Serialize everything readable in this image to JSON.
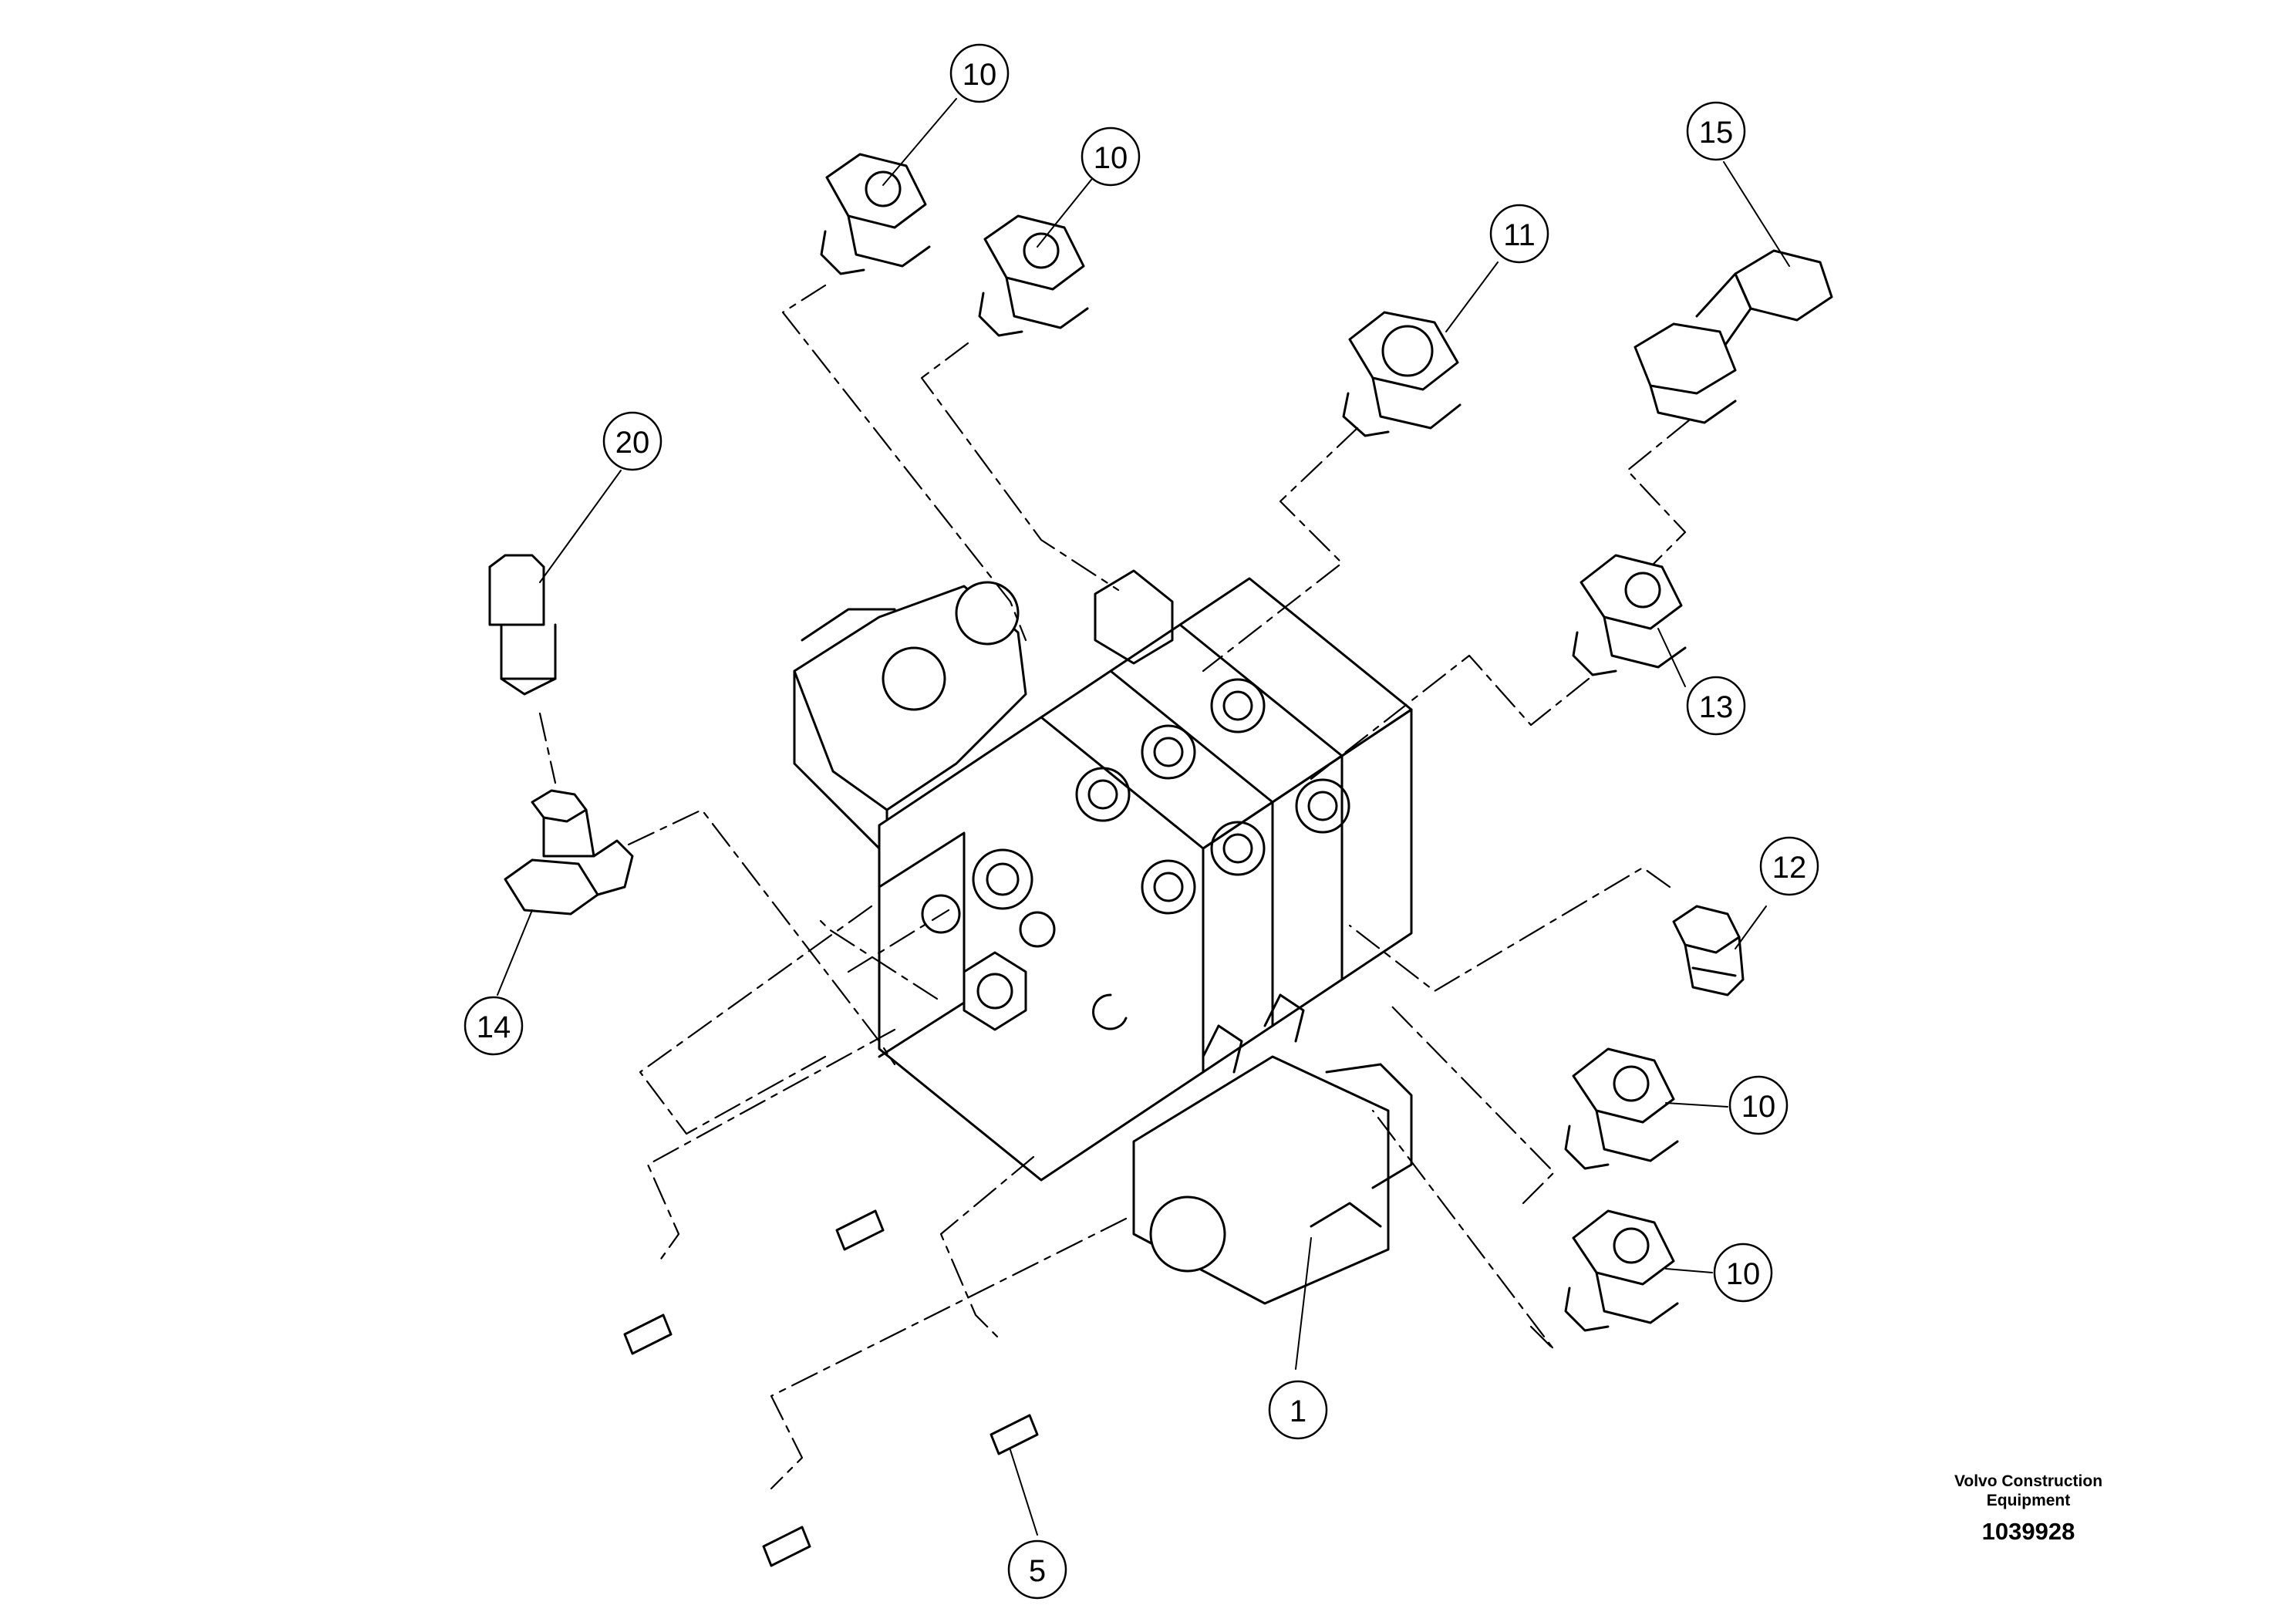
{
  "diagram": {
    "callouts": [
      {
        "id": "c10a",
        "label": "10"
      },
      {
        "id": "c10b",
        "label": "10"
      },
      {
        "id": "c11",
        "label": "11"
      },
      {
        "id": "c15",
        "label": "15"
      },
      {
        "id": "c20",
        "label": "20"
      },
      {
        "id": "c13",
        "label": "13"
      },
      {
        "id": "c12",
        "label": "12"
      },
      {
        "id": "c14",
        "label": "14"
      },
      {
        "id": "c10c",
        "label": "10"
      },
      {
        "id": "c10d",
        "label": "10"
      },
      {
        "id": "c1",
        "label": "1"
      },
      {
        "id": "c5",
        "label": "5"
      }
    ]
  },
  "reference": {
    "manufacturer_line1": "Volvo Construction",
    "manufacturer_line2": "Equipment",
    "drawing_number": "1039928"
  }
}
